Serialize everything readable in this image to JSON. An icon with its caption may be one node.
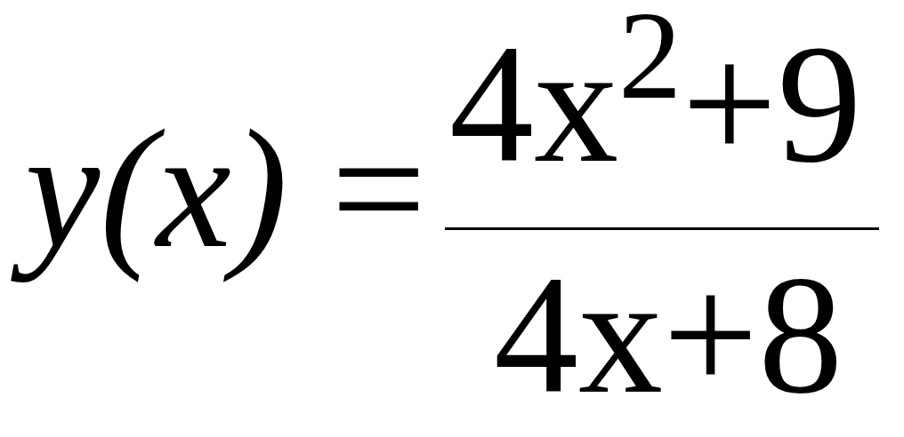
{
  "diagram": {
    "labels": [
      "y(x)",
      "=",
      "4x$^{2}$+9",
      "4x+8"
    ]
  }
}
